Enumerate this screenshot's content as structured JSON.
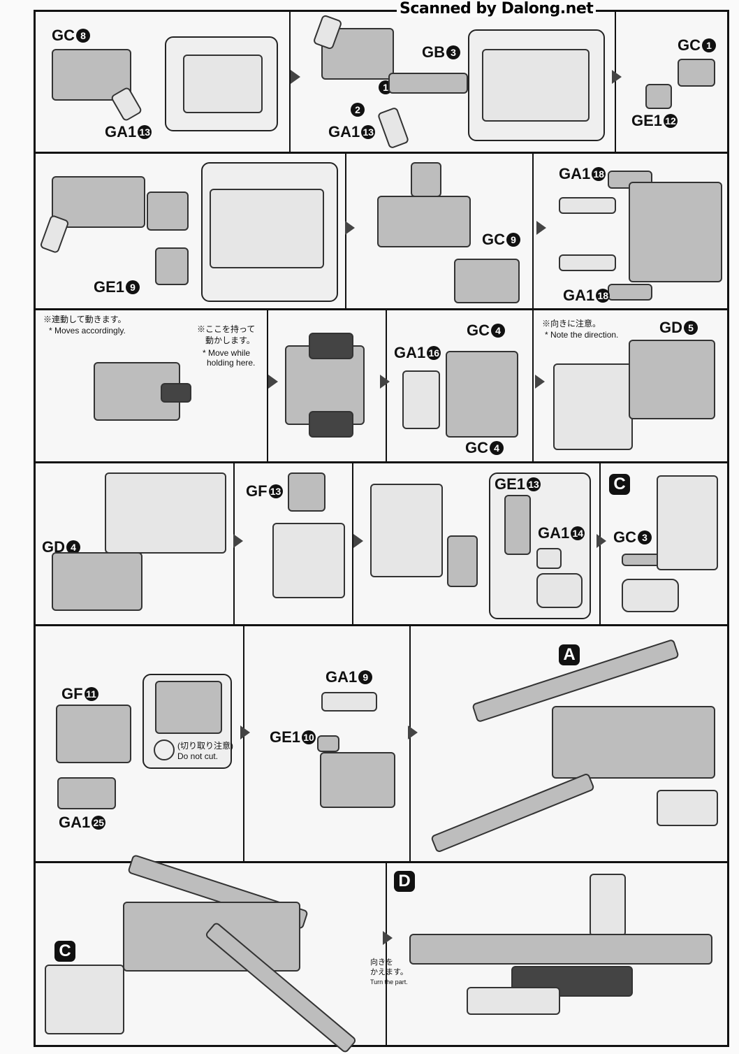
{
  "watermark": "Scanned by Dalong.net",
  "row1": {
    "labels": [
      "GC",
      "GA1",
      "GB",
      "GA1",
      "GC",
      "GE1"
    ],
    "numbers": [
      "8",
      "13",
      "3",
      "13",
      "1",
      "12"
    ],
    "steps": [
      "1",
      "2"
    ]
  },
  "row2": {
    "labels": [
      "GE1",
      "GC",
      "GA1",
      "GA1"
    ],
    "numbers": [
      "9",
      "9",
      "18",
      "18"
    ]
  },
  "row3": {
    "note_jp_1": "※連動して動きます。",
    "note_en_1": "* Moves accordingly.",
    "note_jp_2a": "※ここを持って",
    "note_jp_2b": "動かします。",
    "note_en_2a": "* Move while",
    "note_en_2b": "holding here.",
    "labels": [
      "GA1",
      "GC",
      "GC",
      "GD"
    ],
    "numbers": [
      "16",
      "4",
      "4",
      "5"
    ],
    "note_jp_3": "※向きに注意。",
    "note_en_3": "* Note the direction."
  },
  "row4": {
    "labels": [
      "GD",
      "GF",
      "GE1",
      "GA1",
      "GC"
    ],
    "numbers": [
      "4",
      "13",
      "13",
      "14",
      "3"
    ],
    "letter": "C"
  },
  "row5": {
    "labels": [
      "GF",
      "GA1",
      "GA1",
      "GE1"
    ],
    "numbers": [
      "11",
      "25",
      "9",
      "10"
    ],
    "cut_jp": "(切り取り注意)",
    "cut_en": "Do not cut.",
    "letter": "A"
  },
  "row6": {
    "letter_c": "C",
    "letter_d": "D",
    "turn_jp_1": "向きを",
    "turn_jp_2": "かえます。",
    "turn_en": "Turn the part."
  }
}
